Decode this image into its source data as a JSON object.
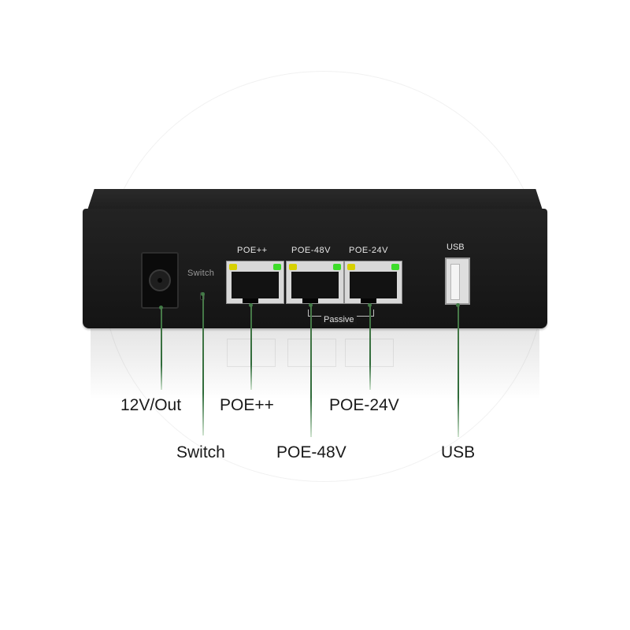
{
  "device": {
    "switch_label": "Switch",
    "ports": [
      {
        "label": "POE++",
        "led_left": "#d7d000",
        "led_right": "#3ddc2a"
      },
      {
        "label": "POE-48V",
        "led_left": "#d7d000",
        "led_right": "#3ddc2a"
      },
      {
        "label": "POE-24V",
        "led_left": "#d7d000",
        "led_right": "#3ddc2a"
      }
    ],
    "passive_label": "Passive",
    "usb_label": "USB"
  },
  "callouts": {
    "dc": "12V/Out",
    "switch": "Switch",
    "poe_pp": "POE++",
    "poe_48": "POE-48V",
    "poe_24": "POE-24V",
    "usb": "USB"
  },
  "colors": {
    "callout_line": "#3f7a45",
    "device_body": "#1c1c1c"
  }
}
